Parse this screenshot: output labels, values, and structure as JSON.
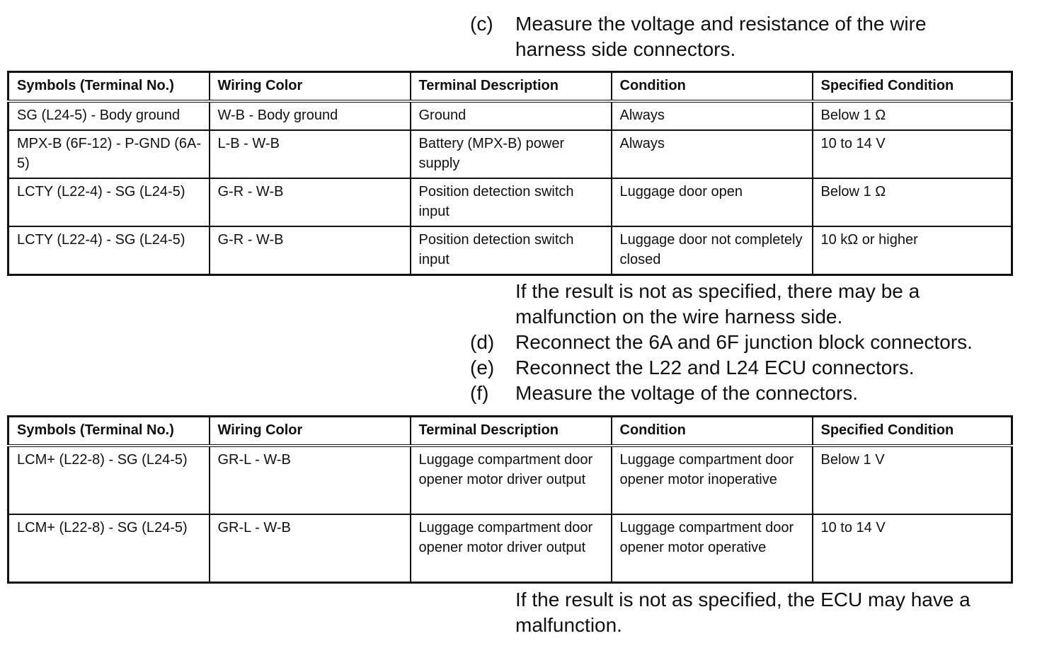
{
  "step_c": {
    "label": "(c)",
    "text": "Measure the voltage and resistance of the wire harness side connectors."
  },
  "table1": {
    "headers": [
      "Symbols (Terminal No.)",
      "Wiring Color",
      "Terminal Description",
      "Condition",
      "Specified Condition"
    ],
    "rows": [
      [
        "SG (L24-5) - Body ground",
        "W-B - Body ground",
        "Ground",
        "Always",
        "Below 1 Ω"
      ],
      [
        "MPX-B (6F-12) - P-GND (6A-5)",
        "L-B - W-B",
        "Battery (MPX-B) power supply",
        "Always",
        "10 to 14 V"
      ],
      [
        "LCTY (L22-4) - SG (L24-5)",
        "G-R - W-B",
        "Position detection switch input",
        "Luggage door open",
        "Below 1 Ω"
      ],
      [
        "LCTY (L22-4) - SG (L24-5)",
        "G-R - W-B",
        "Position detection switch input",
        "Luggage door not completely closed",
        "10 kΩ or higher"
      ]
    ]
  },
  "note1": "If the result is not as specified, there may be a malfunction on the wire harness side.",
  "step_d": {
    "label": "(d)",
    "text": "Reconnect the 6A and 6F junction block connectors."
  },
  "step_e": {
    "label": "(e)",
    "text": "Reconnect the L22 and L24 ECU connectors."
  },
  "step_f": {
    "label": "(f)",
    "text": "Measure the voltage of the connectors."
  },
  "table2": {
    "headers": [
      "Symbols (Terminal No.)",
      "Wiring Color",
      "Terminal Description",
      "Condition",
      "Specified Condition"
    ],
    "rows": [
      [
        "LCM+ (L22-8) - SG (L24-5)",
        "GR-L - W-B",
        "Luggage compartment door opener motor driver output",
        "Luggage compartment door opener motor inoperative",
        "Below 1 V"
      ],
      [
        "LCM+ (L22-8) - SG (L24-5)",
        "GR-L - W-B",
        "Luggage compartment door opener motor driver output",
        "Luggage compartment door opener motor operative",
        "10 to 14 V"
      ]
    ]
  },
  "note2": "If the result is not as specified, the ECU may have a malfunction."
}
